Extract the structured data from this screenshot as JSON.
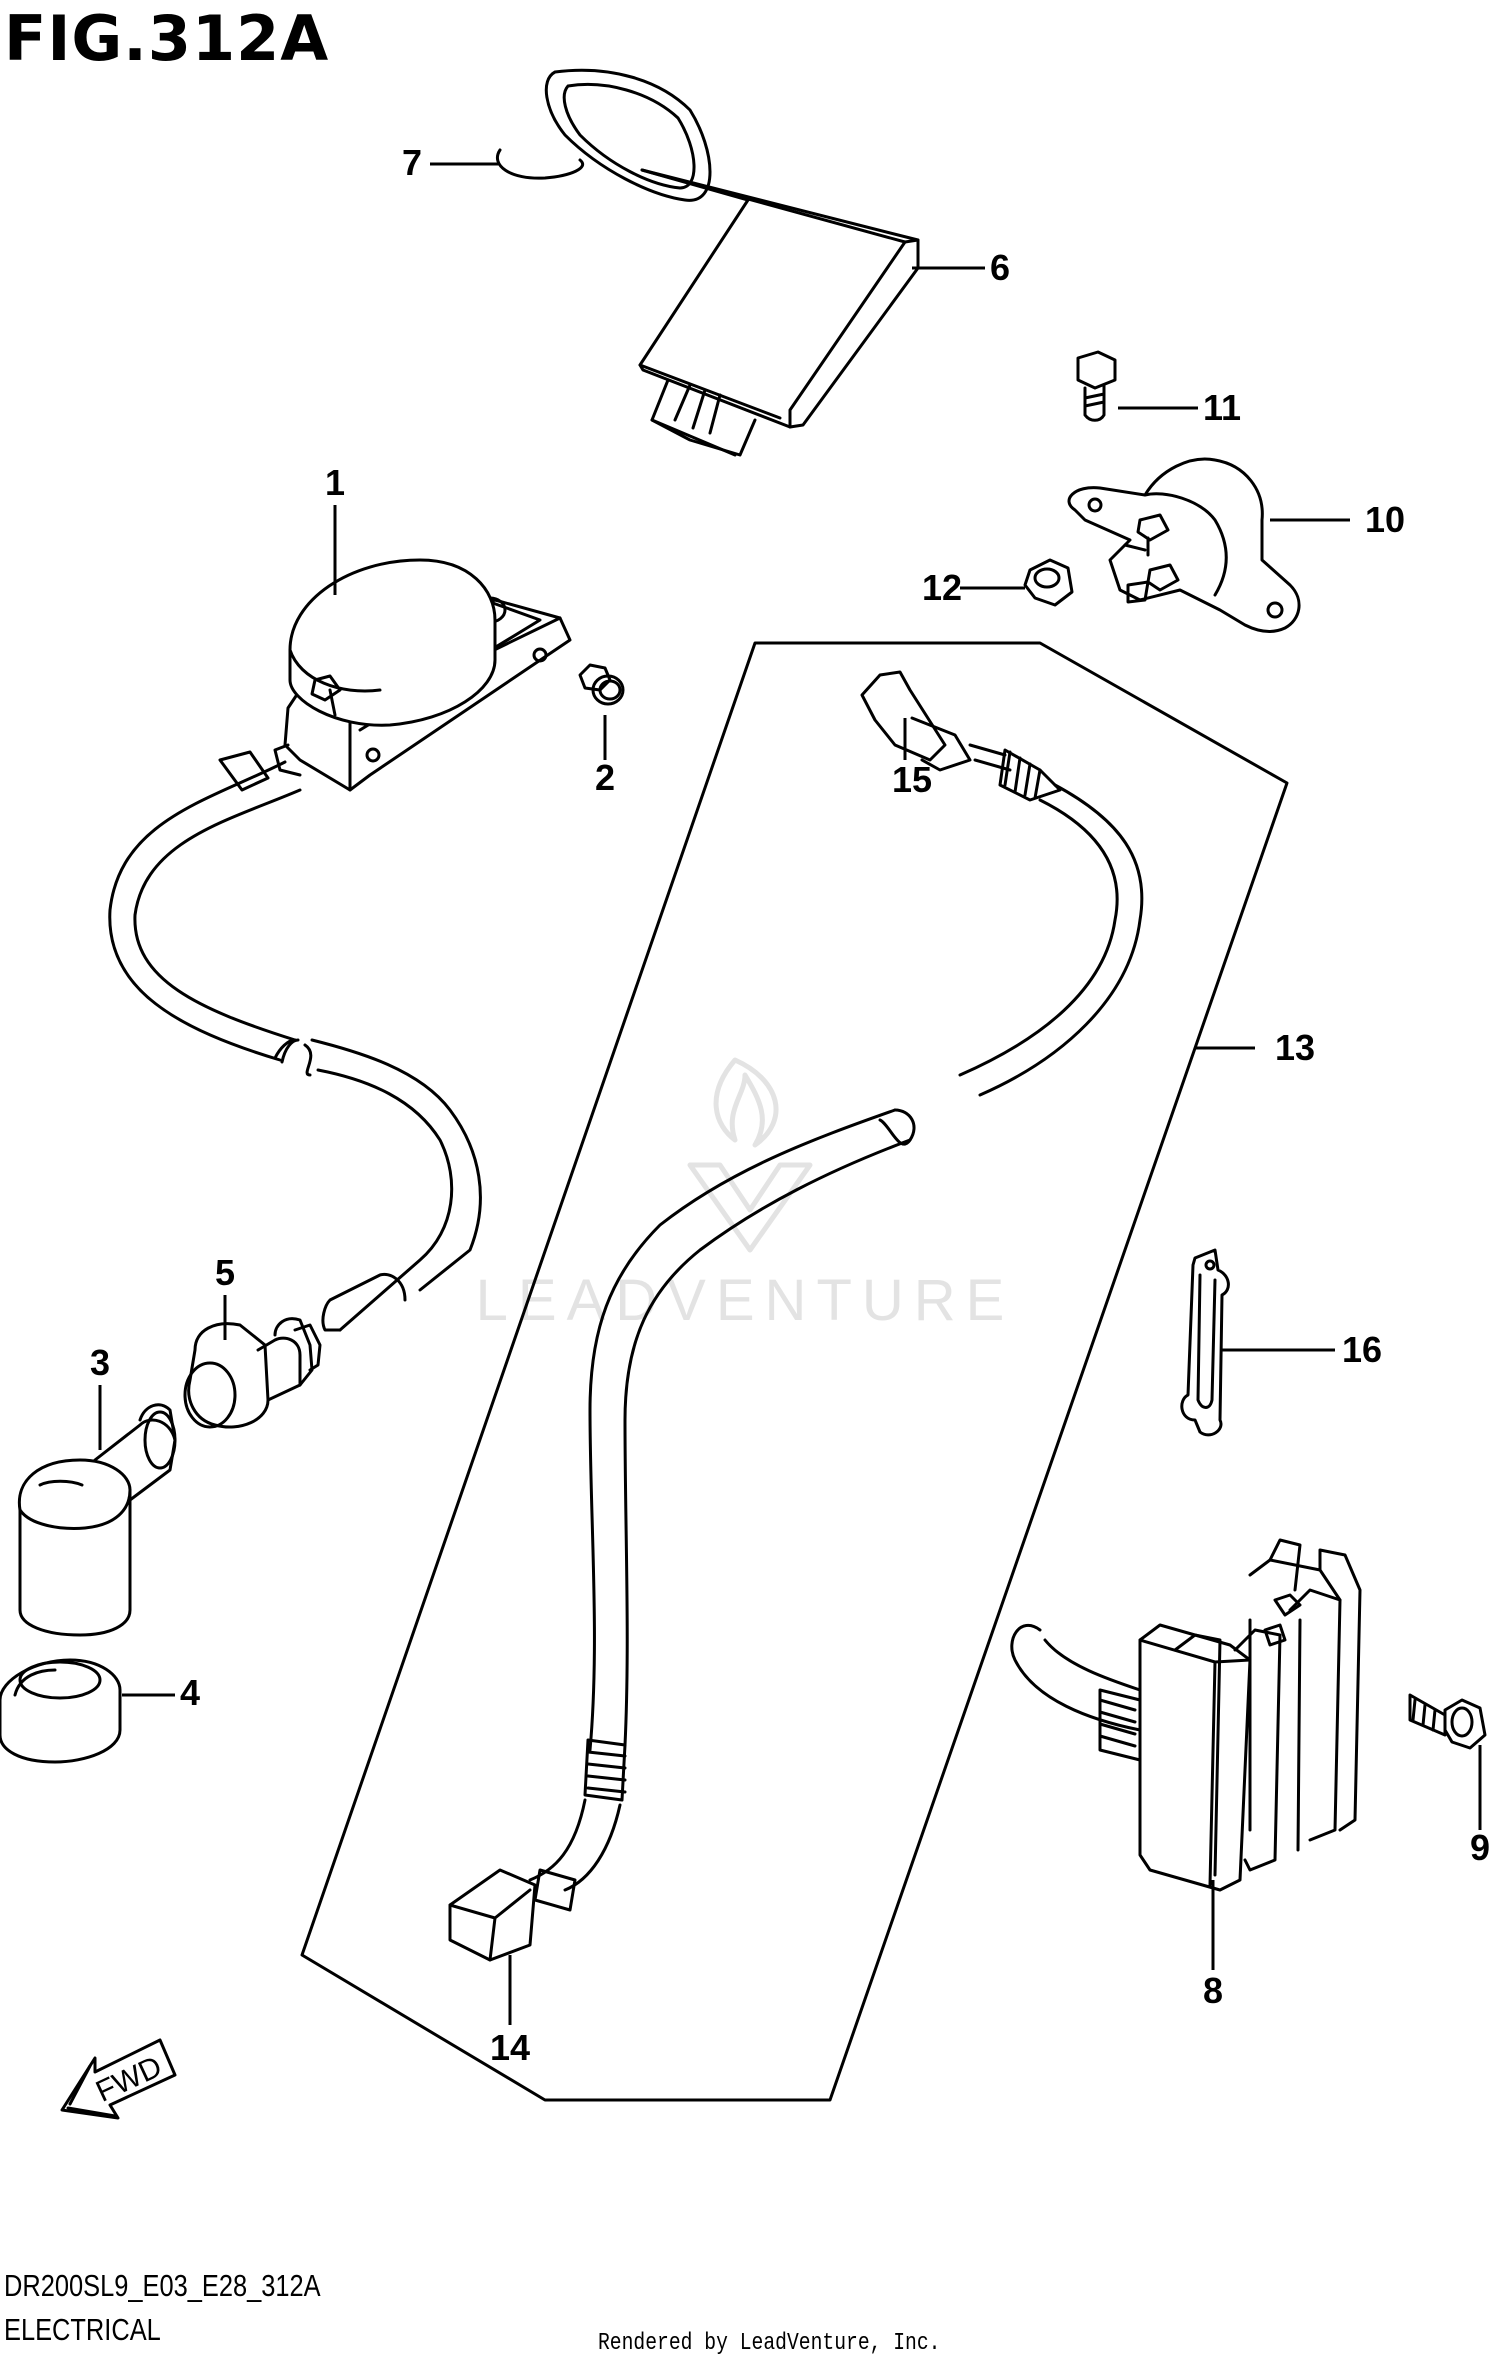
{
  "figure_title": "FIG.312A",
  "diagram_code": "DR200SL9_E03_E28_312A",
  "section_name": "ELECTRICAL",
  "credit": "Rendered by LeadVenture, Inc.",
  "watermark": "LEADVENTURE",
  "fwd_label": "FWD",
  "parts": [
    {
      "no": "1"
    },
    {
      "no": "2"
    },
    {
      "no": "3"
    },
    {
      "no": "4"
    },
    {
      "no": "5"
    },
    {
      "no": "6"
    },
    {
      "no": "7"
    },
    {
      "no": "8"
    },
    {
      "no": "9"
    },
    {
      "no": "10"
    },
    {
      "no": "11"
    },
    {
      "no": "12"
    },
    {
      "no": "13"
    },
    {
      "no": "14"
    },
    {
      "no": "15"
    },
    {
      "no": "16"
    }
  ]
}
